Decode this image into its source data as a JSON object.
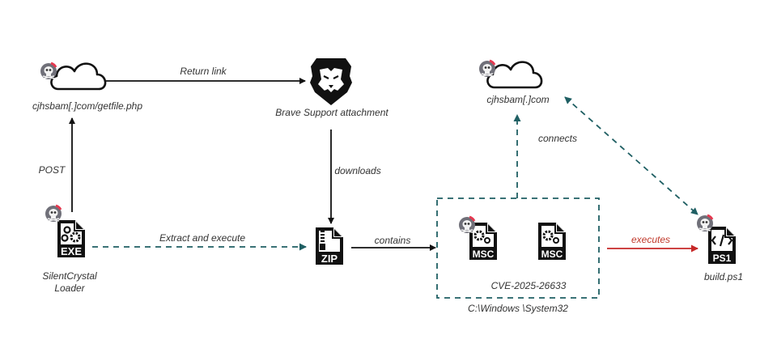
{
  "colors": {
    "solid_arrow": "#111111",
    "dashed_arrow": "#1f5f63",
    "exec_arrow": "#c62828",
    "icon_fill": "#111111",
    "skull_badge": "#6b6b75",
    "badge_accent": "#e53950",
    "label_text": "#333333"
  },
  "nodes": {
    "cloud_getfile": {
      "label": "cjhsbam[.]com/getfile.php",
      "icon": "cloud-icon",
      "badge": "skull-icon"
    },
    "brave": {
      "label": "Brave Support attachment",
      "icon": "brave-lion-icon"
    },
    "cloud_c2": {
      "label": "cjhsbam[.]com",
      "icon": "cloud-icon",
      "badge": "skull-icon"
    },
    "exe": {
      "label_line1": "SilentCrystal",
      "label_line2": "Loader",
      "icon": "exe-file-icon",
      "file_tag": "EXE",
      "badge": "skull-icon"
    },
    "zip": {
      "icon": "zip-file-icon",
      "file_tag": "ZIP"
    },
    "msc_group": {
      "caption": "CVE-2025-26633",
      "location": "C:\\Windows \\System32",
      "files": [
        {
          "file_tag": "MSC",
          "icon": "msc-file-icon",
          "badge": "skull-icon"
        },
        {
          "file_tag": "MSC",
          "icon": "msc-file-icon"
        }
      ]
    },
    "ps1": {
      "label": "build.ps1",
      "icon": "ps1-file-icon",
      "file_tag": "PS1",
      "badge": "skull-icon"
    }
  },
  "edges": {
    "return_link": "Return link",
    "post": "POST",
    "downloads": "downloads",
    "extract_execute": "Extract and execute",
    "contains": "contains",
    "connects": "connects",
    "executes": "executes"
  }
}
